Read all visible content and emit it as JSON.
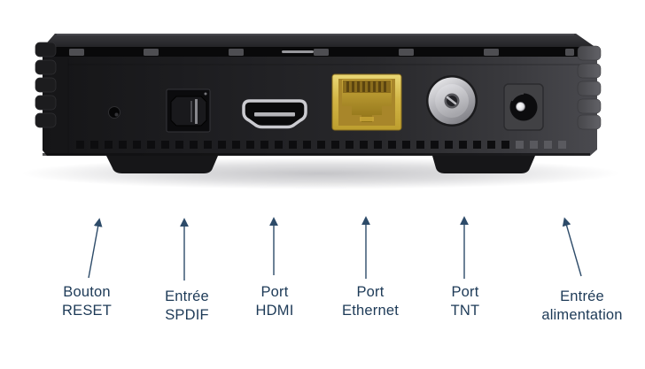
{
  "diagram": {
    "background": "#ffffff",
    "label_color": "#1d3a57",
    "arrow_color": "#2d4b69",
    "subject": "set-top-box rear panel with annotated connectors"
  },
  "ports": [
    {
      "id": "reset",
      "icon": "reset-pinhole-icon",
      "label_line1": "Bouton",
      "label_line2": "RESET"
    },
    {
      "id": "spdif",
      "icon": "spdif-port-icon",
      "label_line1": "Entrée",
      "label_line2": "SPDIF"
    },
    {
      "id": "hdmi",
      "icon": "hdmi-port-icon",
      "label_line1": "Port",
      "label_line2": "HDMI"
    },
    {
      "id": "ethernet",
      "icon": "ethernet-port-icon",
      "label_line1": "Port",
      "label_line2": "Ethernet"
    },
    {
      "id": "tnt",
      "icon": "tnt-coax-port-icon",
      "label_line1": "Port",
      "label_line2": "TNT"
    },
    {
      "id": "power",
      "icon": "power-jack-icon",
      "label_line1": "Entrée",
      "label_line2": "alimentation"
    }
  ],
  "device_colors": {
    "body_dark": "#1e1e21",
    "body_light_edge": "#4a4a4f",
    "ethernet_gold": "#d2b545",
    "tnt_metal": "#c5c5ca",
    "hdmi_trim": "#cbcbd0",
    "power_pin": "#f0f0f2"
  }
}
